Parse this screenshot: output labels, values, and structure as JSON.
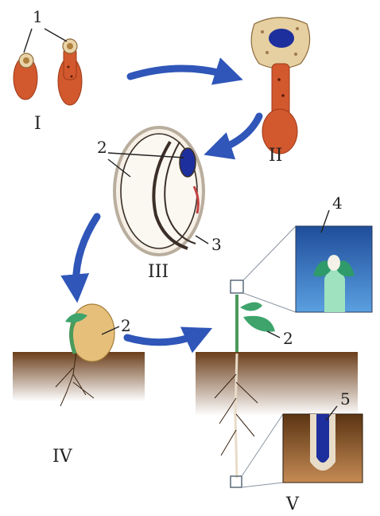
{
  "stages": [
    {
      "id": "I",
      "label": "I"
    },
    {
      "id": "II",
      "label": "II"
    },
    {
      "id": "III",
      "label": "III"
    },
    {
      "id": "IV",
      "label": "IV"
    },
    {
      "id": "V",
      "label": "V"
    }
  ],
  "callouts": {
    "c1": "1",
    "c2_seed": "2",
    "c3": "3",
    "c2_seedling": "2",
    "c4": "4",
    "c2_plant": "2",
    "c5": "5"
  },
  "colors": {
    "arrow": "#2f56b8",
    "embryo_red": "#d2582e",
    "soil": "#7a4a22",
    "apex_blue": "#1d2f9c",
    "leaf_green": "#3ea46c",
    "inset_bg": "#3b78c8"
  }
}
